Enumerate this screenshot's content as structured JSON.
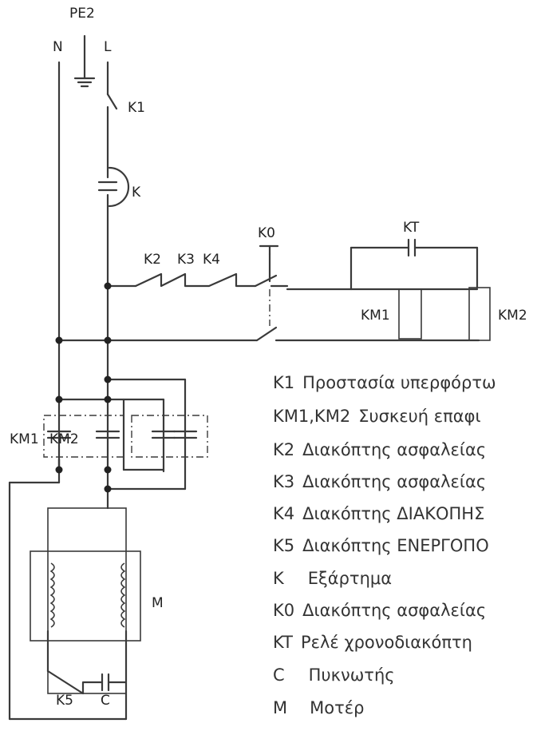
{
  "labels": {
    "pe2": "PE2",
    "n": "N",
    "l": "L",
    "k1": "K1",
    "k": "K",
    "k2": "K2",
    "k3": "K3",
    "k4": "K4",
    "k0": "K0",
    "kt": "KT",
    "km1": "KM1",
    "km2": "KM2",
    "km1_lower": "KM1",
    "km2_lower": "KM2",
    "m": "M",
    "k5": "K5",
    "c": "C"
  },
  "legend": [
    {
      "code": "K1",
      "text": "Προστασία υπερφόρτω"
    },
    {
      "code": "KM1,KM2",
      "text": "Συσκευή επαφι"
    },
    {
      "code": "K2",
      "text": "Διακόπτης ασφαλείας"
    },
    {
      "code": "K3",
      "text": "Διακόπτης ασφαλείας"
    },
    {
      "code": "K4",
      "text": "Διακόπτης ΔΙΑΚΟΠΗΣ"
    },
    {
      "code": "K5",
      "text": "Διακόπτης ΕΝΕΡΓΟΠΟ"
    },
    {
      "code": "K",
      "text": "Εξάρτημα"
    },
    {
      "code": "K0",
      "text": "Διακόπτης ασφαλείας"
    },
    {
      "code": "KT",
      "text": "Ρελέ χρονοδιακόπτη"
    },
    {
      "code": "C",
      "text": "Πυκνωτής"
    },
    {
      "code": "M",
      "text": "Μοτέρ"
    }
  ]
}
